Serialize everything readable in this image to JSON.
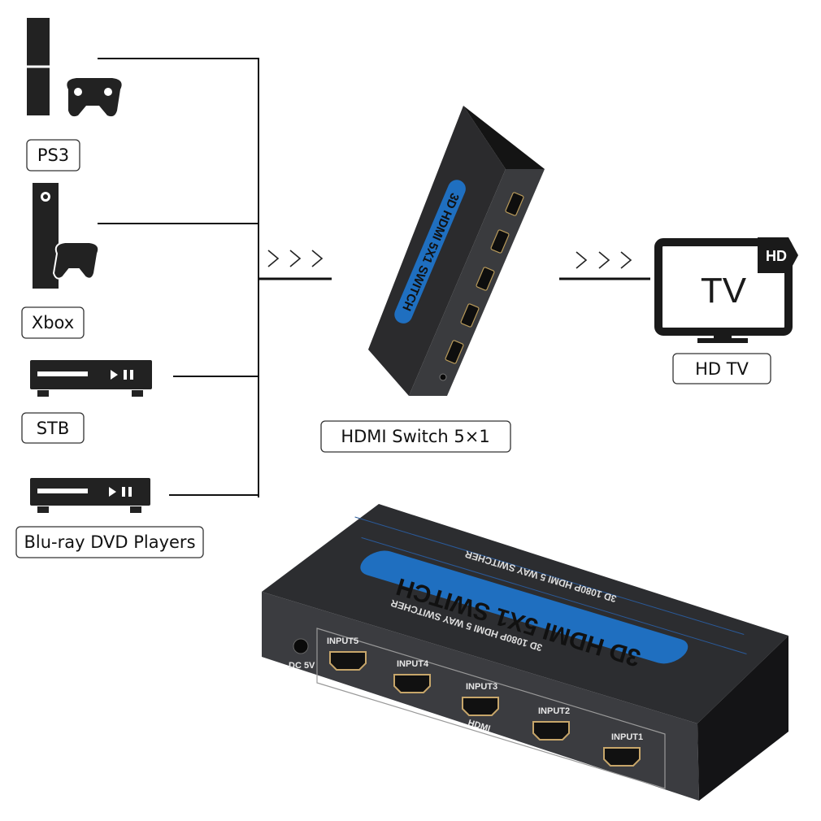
{
  "sources": [
    {
      "label": "PS3",
      "icon": "ps3-console-icon"
    },
    {
      "label": "Xbox",
      "icon": "xbox-console-icon"
    },
    {
      "label": "STB",
      "icon": "set-top-box-icon"
    },
    {
      "label": "Blu-ray DVD Players",
      "icon": "bluray-player-icon"
    }
  ],
  "switch": {
    "label": "HDMI Switch 5×1",
    "brand_text": "3D HDMI 5X1 SWITCH",
    "sub_text": "3D 1080P HDMI 5 WAY SWITCHER",
    "power_label": "DC 5V",
    "group_label": "HDMI",
    "ports": [
      "INPUT5",
      "INPUT4",
      "INPUT3",
      "INPUT2",
      "INPUT1"
    ],
    "accent_color": "#1f6fc0"
  },
  "output": {
    "label": "HD TV",
    "screen_text": "TV",
    "badge": "HD",
    "icon": "tv-icon"
  },
  "arrows": {
    "glyph": "chevron-right-icon"
  }
}
